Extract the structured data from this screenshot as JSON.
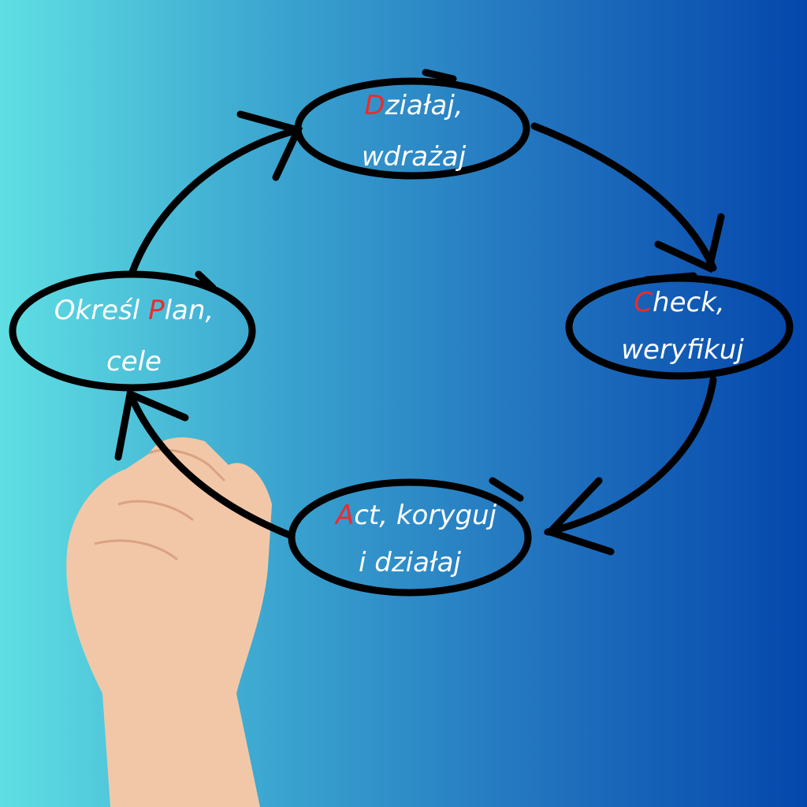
{
  "nodes": [
    {
      "id": "do",
      "initial": "D",
      "line1": "ziałaj,",
      "line2": "wdrażaj"
    },
    {
      "id": "check",
      "initial": "C",
      "line1": "heck,",
      "line2": "weryfikuj"
    },
    {
      "id": "act",
      "initial": "A",
      "line1": "ct, koryguj",
      "line2": "i działaj"
    },
    {
      "id": "plan",
      "prefix": "Określ ",
      "initial": "P",
      "line1": "lan,",
      "line2": "cele"
    }
  ],
  "colors": {
    "accent": "#ee2a2a",
    "text": "#ffffff",
    "line": "#000000"
  }
}
